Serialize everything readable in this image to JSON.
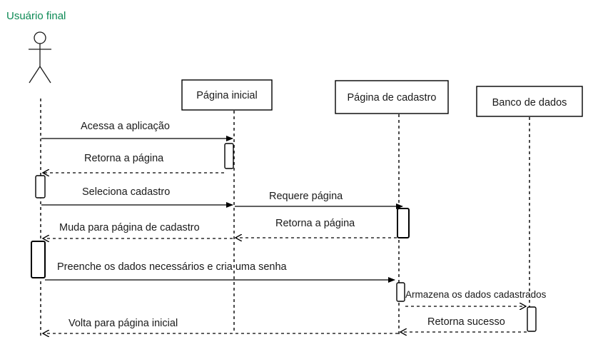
{
  "actor": {
    "label": "Usuário final",
    "color": "#0d8a55"
  },
  "participants": [
    {
      "id": "pagina_inicial",
      "label": "Página inicial"
    },
    {
      "id": "pagina_cadastro",
      "label": "Página de cadastro"
    },
    {
      "id": "banco_dados",
      "label": "Banco de dados"
    }
  ],
  "messages": [
    {
      "id": "acessa",
      "label": "Acessa a aplicação",
      "from": "usuario",
      "to": "pagina_inicial",
      "style": "solid"
    },
    {
      "id": "retorna1",
      "label": "Retorna a página",
      "from": "pagina_inicial",
      "to": "usuario",
      "style": "dashed"
    },
    {
      "id": "seleciona",
      "label": "Seleciona cadastro",
      "from": "usuario",
      "to": "pagina_inicial",
      "style": "solid"
    },
    {
      "id": "requere",
      "label": "Requere página",
      "from": "pagina_inicial",
      "to": "pagina_cadastro",
      "style": "solid"
    },
    {
      "id": "retorna2",
      "label": "Retorna a página",
      "from": "pagina_cadastro",
      "to": "pagina_inicial",
      "style": "dashed"
    },
    {
      "id": "muda",
      "label": "Muda para página de cadastro",
      "from": "pagina_inicial",
      "to": "usuario",
      "style": "dashed"
    },
    {
      "id": "preenche",
      "label": "Preenche os dados necessários e cria uma senha",
      "from": "usuario",
      "to": "pagina_cadastro",
      "style": "solid"
    },
    {
      "id": "armazena",
      "label": "Armazena os dados cadastrados",
      "from": "pagina_cadastro",
      "to": "banco_dados",
      "style": "dashed"
    },
    {
      "id": "sucesso",
      "label": "Retorna sucesso",
      "from": "banco_dados",
      "to": "pagina_cadastro",
      "style": "dashed"
    },
    {
      "id": "volta",
      "label": "Volta para página inicial",
      "from": "pagina_cadastro",
      "to": "usuario",
      "style": "dashed"
    }
  ]
}
